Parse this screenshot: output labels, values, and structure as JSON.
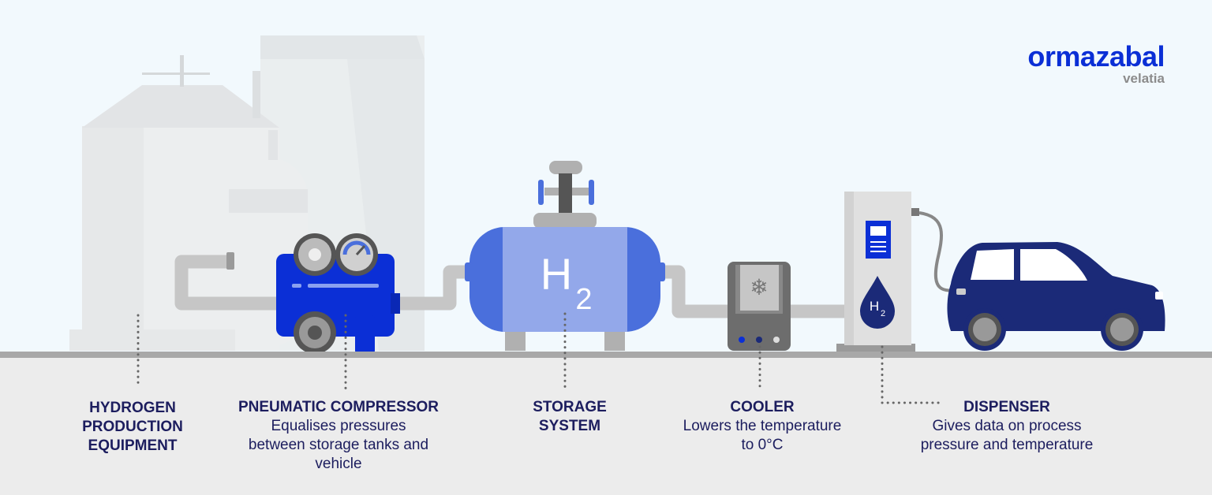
{
  "logo": {
    "brand": "ormazabal",
    "sub": "velatia"
  },
  "tank_label": {
    "main": "H",
    "sub": "2"
  },
  "drop_label": {
    "main": "H",
    "sub": "2"
  },
  "stages": [
    {
      "title": "HYDROGEN PRODUCTION EQUIPMENT",
      "title_lines": [
        "HYDROGEN",
        "PRODUCTION",
        "EQUIPMENT"
      ],
      "description": ""
    },
    {
      "title": "PNEUMATIC COMPRESSOR",
      "description_lines": [
        "Equalises pressures",
        "between storage tanks and",
        "vehicle"
      ]
    },
    {
      "title_lines": [
        "STORAGE",
        "SYSTEM"
      ],
      "description": ""
    },
    {
      "title": "COOLER",
      "description_lines": [
        "Lowers the temperature",
        "to 0°C"
      ]
    },
    {
      "title": "DISPENSER",
      "description_lines": [
        "Gives data on process",
        "pressure and temperature"
      ]
    }
  ],
  "colors": {
    "brand_blue": "#0b2fd6",
    "text_navy": "#1c1d5e",
    "tank_blue": "#4a6fdc",
    "tank_light": "#93a8ea",
    "car_navy": "#1b2a78",
    "ground": "#a8a8a8"
  }
}
